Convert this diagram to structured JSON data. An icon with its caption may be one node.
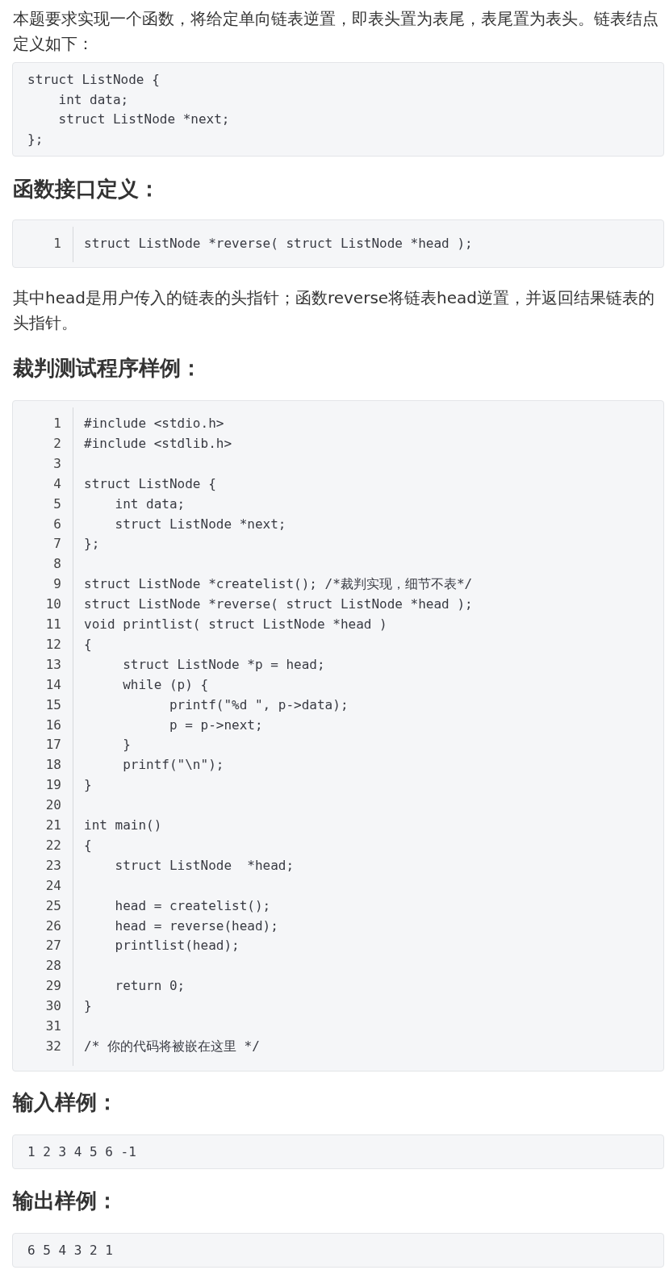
{
  "diagram": {
    "nodes": [
      {
        "text": [
          "struct ListNode {",
          "    int data;",
          "    struct ListNode *next;",
          "};"
        ]
      },
      {
        "text": [
          "1",
          "struct ListNode *reverse( struct ListNode *head );"
        ]
      },
      {
        "text": [
          "1",
          "#include <stdio.h>",
          "2",
          "#include <stdlib.h>",
          "3",
          "4",
          "struct ListNode {",
          "5",
          "    int data;",
          "6",
          "    struct ListNode *next;",
          "7",
          "};",
          "8",
          "9",
          "struct ListNode *createlist(); /*裁判实现，细节不表*/",
          "10",
          "struct ListNode *reverse( struct ListNode *head );",
          "11",
          "void printlist( struct ListNode *head )",
          "12",
          "{",
          "13",
          "     struct ListNode *p = head;",
          "14",
          "     while (p) {",
          "15",
          "           printf(\"%d \", p->data);",
          "16",
          "           p = p->next;",
          "17",
          "     }",
          "18",
          "     printf(\"\\n\");",
          "19",
          "}",
          "20",
          "21",
          "int main()",
          "22",
          "{",
          "23",
          "    struct ListNode  *head;",
          "24",
          "25",
          "    head = createlist();",
          "26",
          "    head = reverse(head);",
          "27",
          "    printlist(head);",
          "28",
          "29",
          "    return 0;",
          "30",
          "}",
          "31",
          "32",
          "/* 你的代码将被嵌在这里 */"
        ]
      },
      {
        "text": [
          "1 2 3 4 5 6 -1"
        ]
      },
      {
        "text": [
          "6 5 4 3 2 1"
        ]
      }
    ],
    "labels": [
      "本题要求实现一个函数，将给定单向链表逆置，即表头置为表尾，表尾置为表头。链表结点定义如下：",
      "函数接口定义：",
      "其中head是用户传入的链表的头指针；函数reverse将链表head逆置，并返回结果链表的头指针。",
      "裁判测试程序样例：",
      "输入样例：",
      "输出样例："
    ]
  }
}
